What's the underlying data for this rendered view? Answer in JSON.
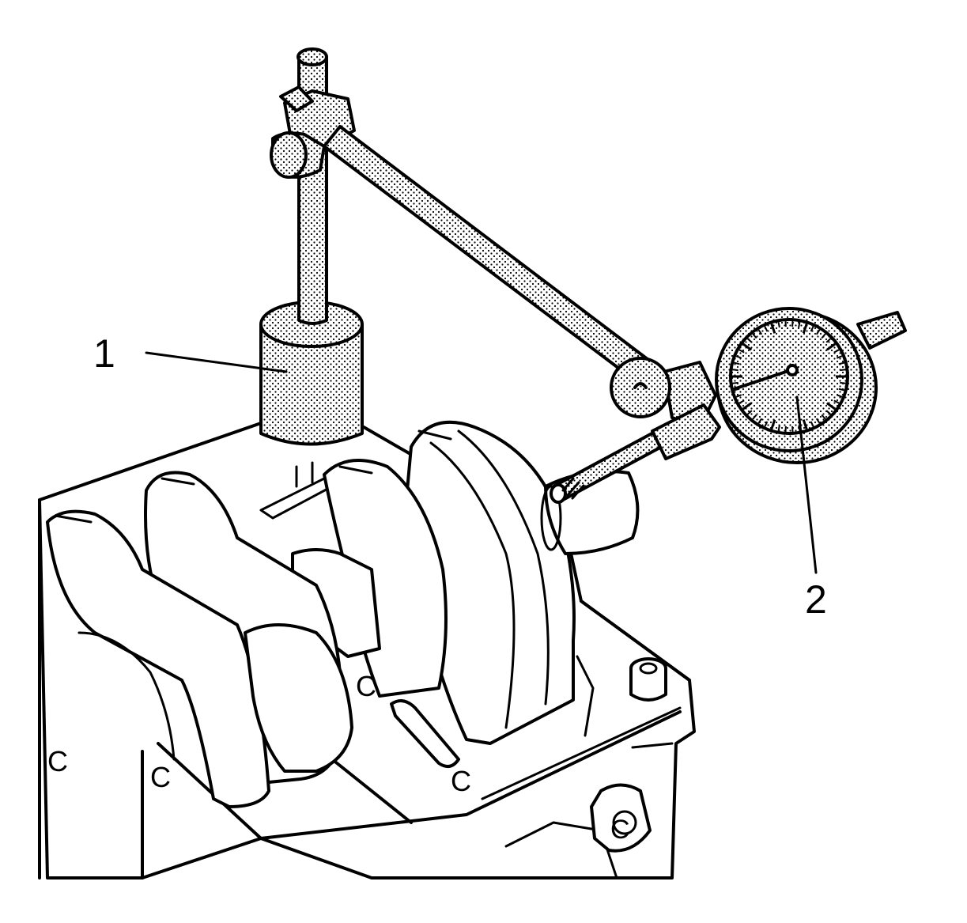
{
  "callouts": [
    {
      "number": "1",
      "target": "magnetic-base"
    },
    {
      "number": "2",
      "target": "dial-indicator"
    }
  ],
  "colors": {
    "line": "#000000",
    "background": "#ffffff"
  }
}
